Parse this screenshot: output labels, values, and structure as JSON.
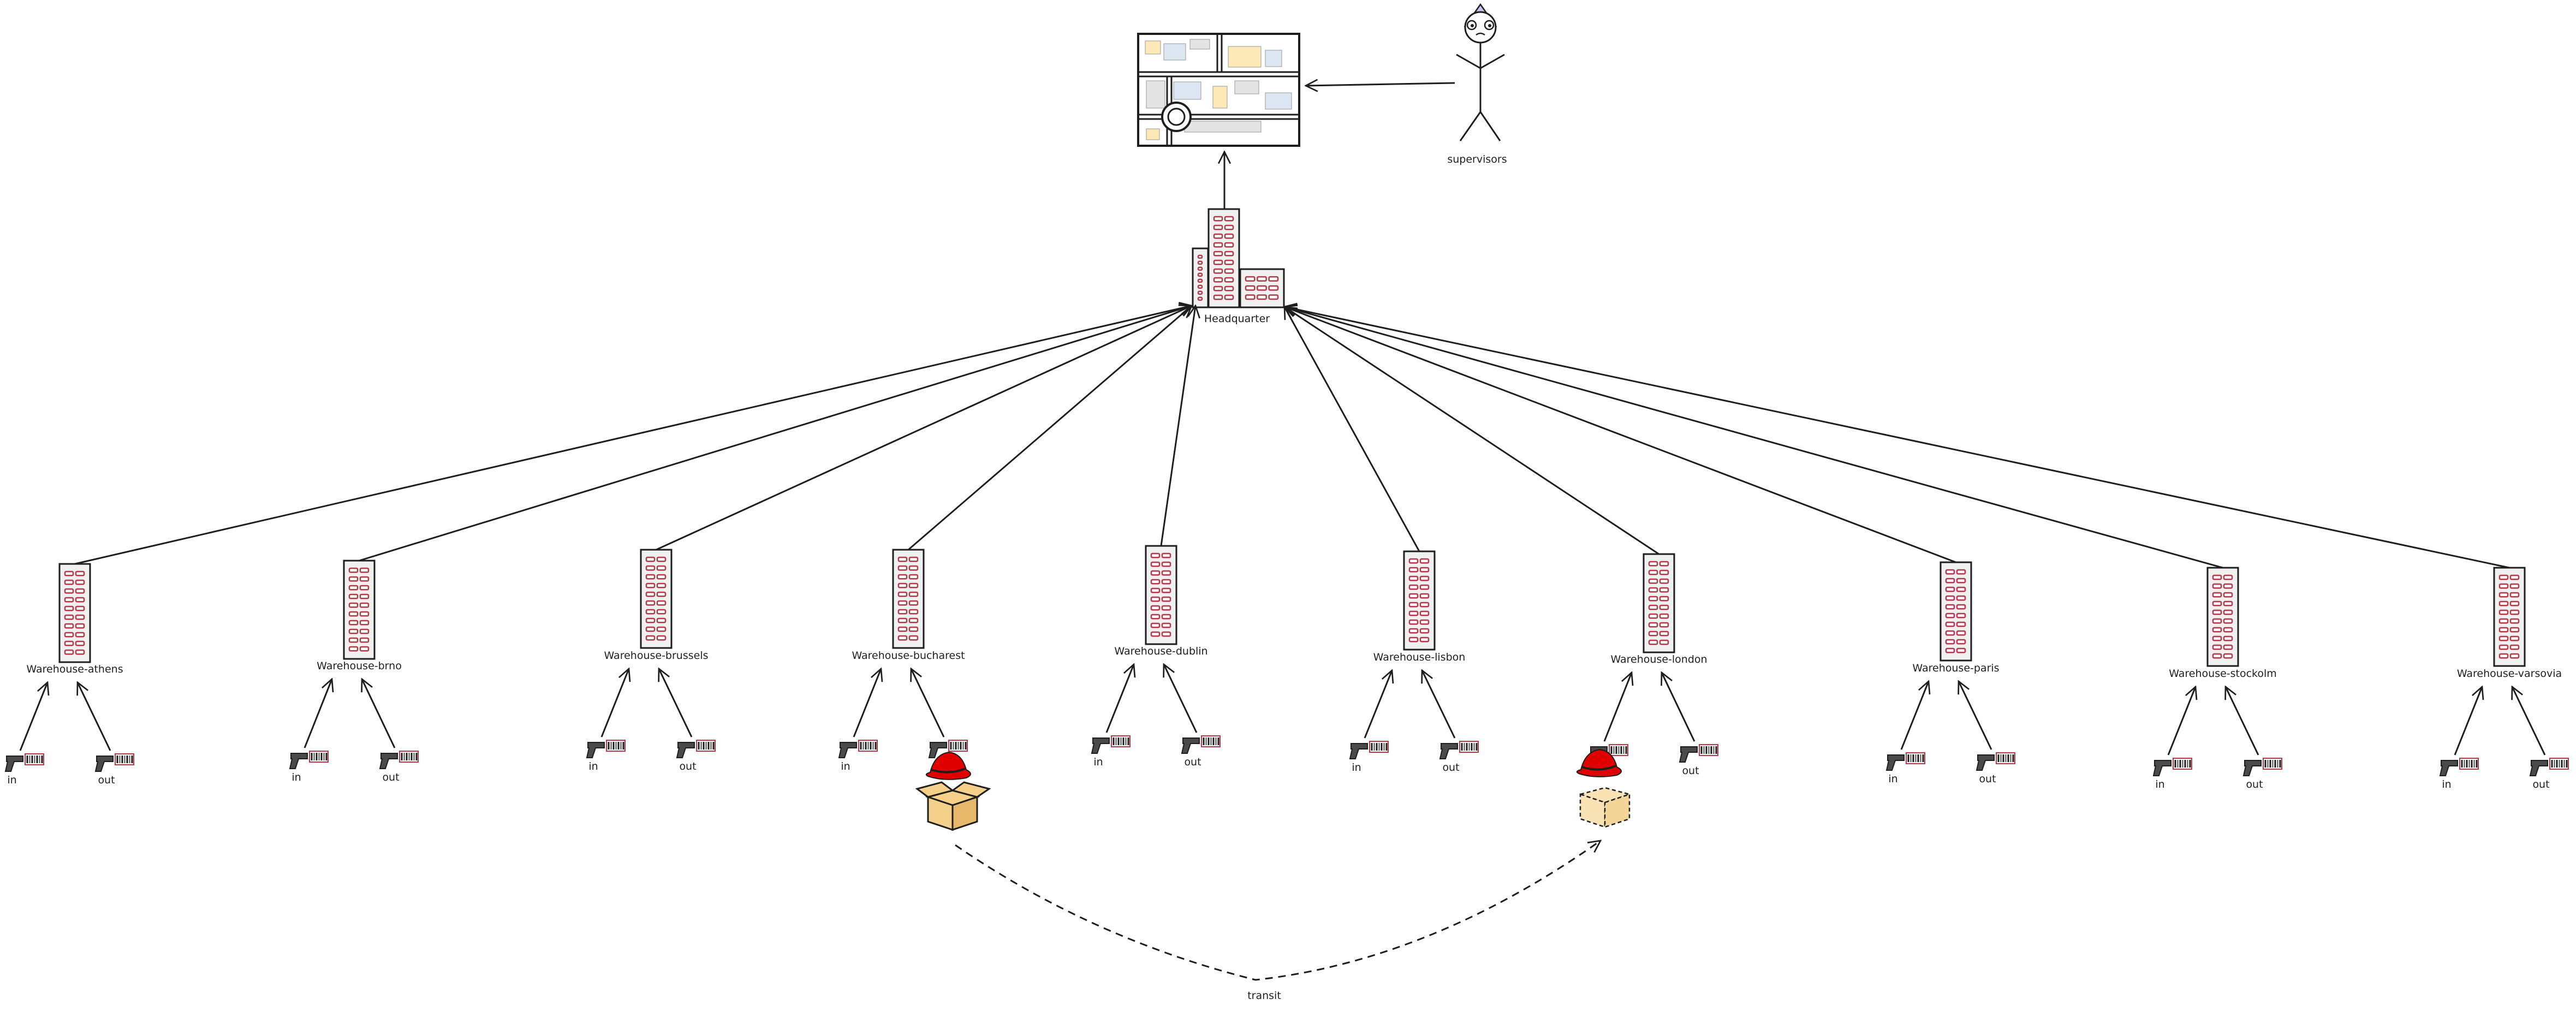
{
  "headquarter": {
    "label": "Headquarter",
    "icon": "office-building-icon"
  },
  "dashboard": {
    "icon": "map-dashboard-icon"
  },
  "supervisors": {
    "label": "supervisors",
    "icon": "stick-figure-icon"
  },
  "warehouses": [
    {
      "label": "Warehouse-athens"
    },
    {
      "label": "Warehouse-brno"
    },
    {
      "label": "Warehouse-brussels"
    },
    {
      "label": "Warehouse-bucharest"
    },
    {
      "label": "Warehouse-dublin"
    },
    {
      "label": "Warehouse-lisbon"
    },
    {
      "label": "Warehouse-london"
    },
    {
      "label": "Warehouse-paris"
    },
    {
      "label": "Warehouse-stockolm"
    },
    {
      "label": "Warehouse-varsovia"
    }
  ],
  "scanner": {
    "in_label": "in",
    "out_label": "out",
    "icon": "barcode-scanner-icon"
  },
  "transit": {
    "label": "transit",
    "source_icon": "package-box-icon",
    "target_icon": "package-box-ghost-icon",
    "hat_icon": "red-hat-icon"
  },
  "colors": {
    "stroke": "#1e1e1e",
    "window": "#b03a48",
    "hat": "#e00000",
    "box": "#f5d08a",
    "building": "#f1f0f0"
  }
}
